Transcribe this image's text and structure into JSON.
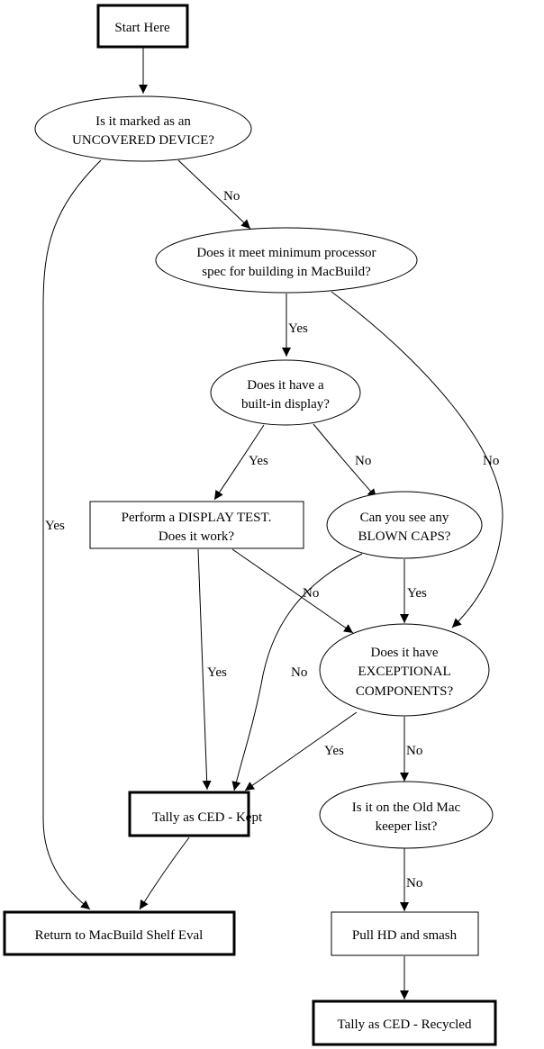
{
  "diagram": {
    "type": "flowchart",
    "nodes": {
      "start": {
        "lines": [
          "Start Here"
        ],
        "shape": "box-bold"
      },
      "uncovered": {
        "lines": [
          "Is it marked as an",
          "UNCOVERED DEVICE?"
        ],
        "shape": "ellipse"
      },
      "processor": {
        "lines": [
          "Does it meet minimum processor",
          "spec for building in MacBuild?"
        ],
        "shape": "ellipse"
      },
      "display": {
        "lines": [
          "Does it have a",
          "built-in display?"
        ],
        "shape": "ellipse"
      },
      "display_test": {
        "lines": [
          "Perform a DISPLAY TEST.",
          "Does it work?"
        ],
        "shape": "box"
      },
      "blown_caps": {
        "lines": [
          "Can you see any",
          "BLOWN CAPS?"
        ],
        "shape": "ellipse"
      },
      "exceptional": {
        "lines": [
          "Does it have",
          "EXCEPTIONAL",
          "COMPONENTS?"
        ],
        "shape": "ellipse"
      },
      "kept": {
        "lines": [
          "Tally as CED - Kept"
        ],
        "shape": "box-bold"
      },
      "keeper_list": {
        "lines": [
          "Is it on the Old Mac",
          "keeper list?"
        ],
        "shape": "ellipse"
      },
      "return_shelf": {
        "lines": [
          "Return to MacBuild Shelf Eval"
        ],
        "shape": "box-bold"
      },
      "pull_hd": {
        "lines": [
          "Pull HD and smash"
        ],
        "shape": "box"
      },
      "recycled": {
        "lines": [
          "Tally as CED - Recycled"
        ],
        "shape": "box-bold"
      }
    },
    "edges": [
      {
        "from": "start",
        "to": "uncovered",
        "label": ""
      },
      {
        "from": "uncovered",
        "to": "processor",
        "label": "No"
      },
      {
        "from": "uncovered",
        "to": "return_shelf",
        "label": "Yes"
      },
      {
        "from": "processor",
        "to": "display",
        "label": "Yes"
      },
      {
        "from": "processor",
        "to": "exceptional",
        "label": "No"
      },
      {
        "from": "display",
        "to": "display_test",
        "label": "Yes"
      },
      {
        "from": "display",
        "to": "blown_caps",
        "label": "No"
      },
      {
        "from": "display_test",
        "to": "kept",
        "label": "Yes"
      },
      {
        "from": "display_test",
        "to": "exceptional",
        "label": "No"
      },
      {
        "from": "blown_caps",
        "to": "exceptional",
        "label": "Yes"
      },
      {
        "from": "blown_caps",
        "to": "kept",
        "label": "No"
      },
      {
        "from": "exceptional",
        "to": "kept",
        "label": "Yes"
      },
      {
        "from": "exceptional",
        "to": "keeper_list",
        "label": "No"
      },
      {
        "from": "kept",
        "to": "return_shelf",
        "label": ""
      },
      {
        "from": "keeper_list",
        "to": "pull_hd",
        "label": "No"
      },
      {
        "from": "pull_hd",
        "to": "recycled",
        "label": ""
      }
    ]
  }
}
